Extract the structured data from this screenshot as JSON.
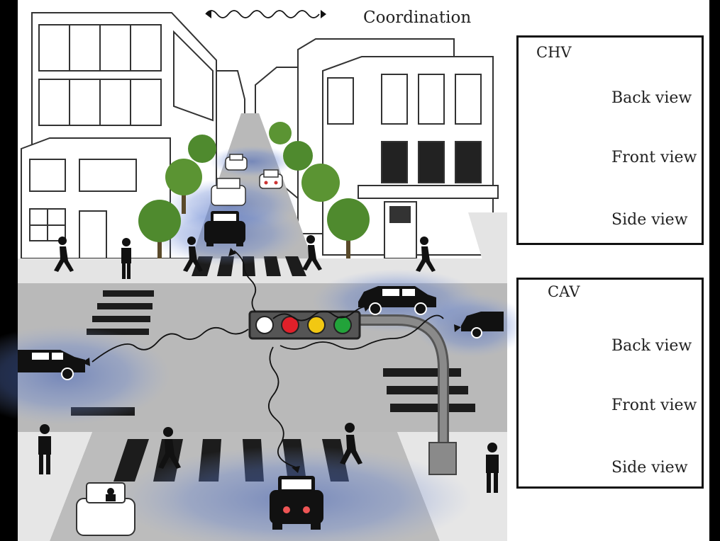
{
  "diagram": {
    "title": "Coordination",
    "legends": [
      {
        "heading": "CHV",
        "items": [
          {
            "label": "Back view",
            "icon": "white-car-back-view-icon"
          },
          {
            "label": "Front view",
            "icon": "white-car-front-view-icon"
          },
          {
            "label": "Side view",
            "icon": "white-car-side-view-icon"
          }
        ]
      },
      {
        "heading": "CAV",
        "items": [
          {
            "label": "Back view",
            "icon": "black-car-back-view-icon"
          },
          {
            "label": "Front view",
            "icon": "black-car-front-view-icon"
          },
          {
            "label": "Side view",
            "icon": "black-car-side-view-icon"
          }
        ]
      }
    ],
    "traffic_light_colors": [
      "#ffffff",
      "#e0202a",
      "#f2c812",
      "#22a33a"
    ],
    "colors": {
      "signal_blue": "#3f5fb8",
      "road": "#b9b9b9",
      "crosswalk": "#1c1c1c",
      "tree": "#4f8a2e",
      "pole": "#777777"
    }
  }
}
